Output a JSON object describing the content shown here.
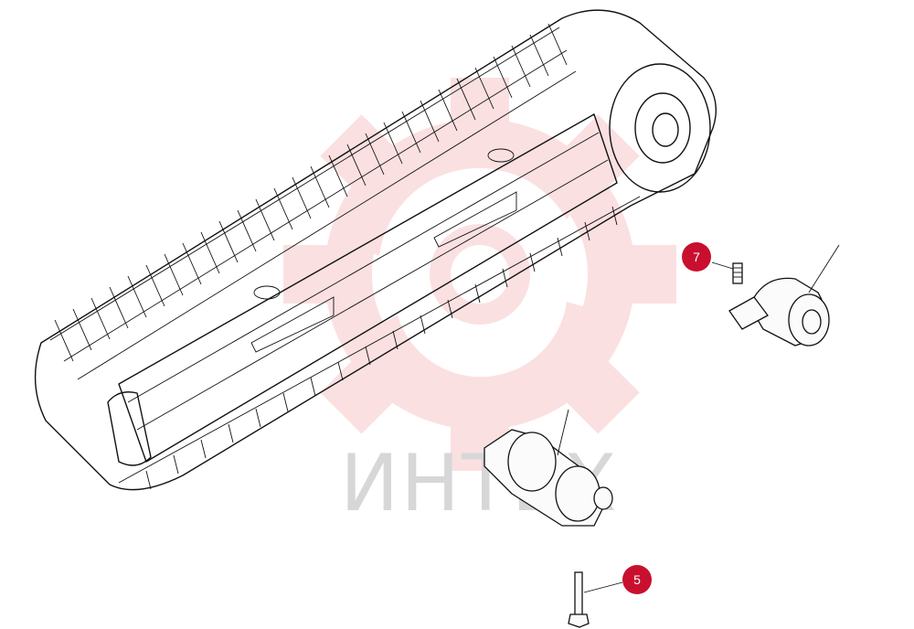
{
  "watermark": {
    "text": "ИНТЕХ",
    "color": "#e8191e"
  },
  "callouts": [
    {
      "number": "7",
      "color": "#c8102e"
    },
    {
      "number": "5",
      "color": "#c8102e"
    }
  ]
}
